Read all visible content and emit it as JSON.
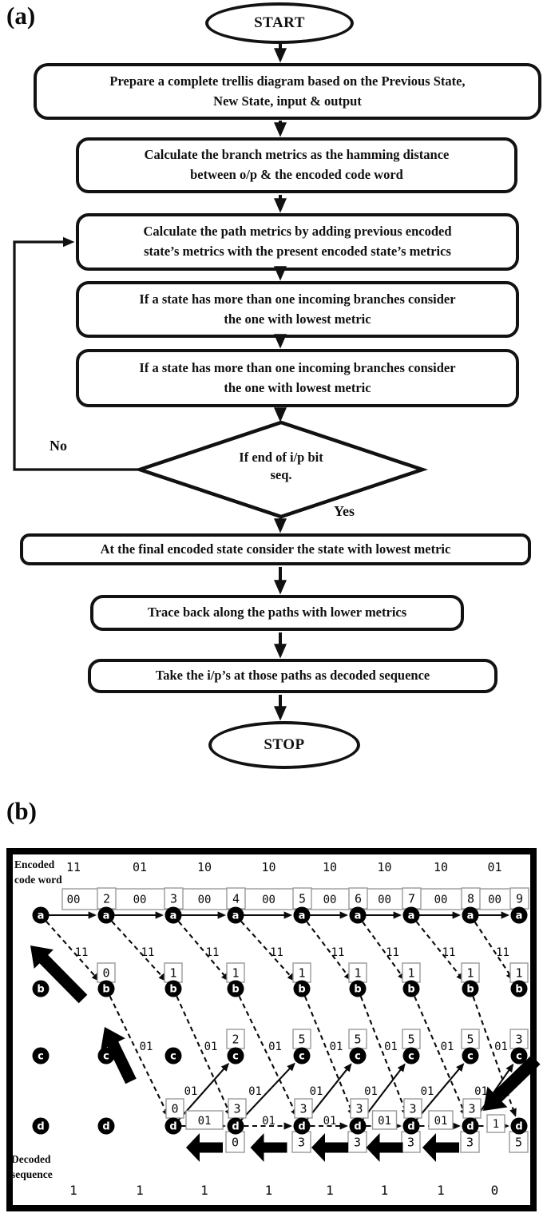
{
  "figure": {
    "panel_a_label": "(a)",
    "panel_b_label": "(b)"
  },
  "flowchart": {
    "start_label": "START",
    "stop_label": "STOP",
    "boxes": [
      {
        "lines": [
          "Prepare a complete trellis diagram based on the Previous State,",
          "New State, input & output"
        ]
      },
      {
        "lines": [
          "Calculate the branch metrics as the hamming distance",
          "between o/p & the encoded code word"
        ]
      },
      {
        "lines": [
          "Calculate the path metrics by adding previous encoded",
          "state’s metrics with the present encoded state’s metrics"
        ]
      },
      {
        "lines": [
          "If a state has more than one incoming branches consider",
          "the one with lowest metric"
        ]
      },
      {
        "lines": [
          "If a state has more than one incoming branches consider",
          "the one with lowest metric"
        ]
      },
      {
        "lines": [
          "At the final encoded state consider the state with lowest metric"
        ]
      },
      {
        "lines": [
          "Trace back along the paths with lower metrics"
        ]
      },
      {
        "lines": [
          "Take the i/p’s at those paths as decoded sequence"
        ]
      }
    ],
    "decision": {
      "lines": [
        "If end of i/p bit",
        "seq."
      ],
      "no_label": "No",
      "yes_label": "Yes"
    }
  },
  "trellis": {
    "encoded_label_lines": [
      "Encoded",
      "code word"
    ],
    "decoded_label_lines": [
      "Decoded",
      "sequence"
    ],
    "encoded_code_word": [
      "11",
      "01",
      "10",
      "10",
      "10",
      "10",
      "10",
      "01"
    ],
    "decoded_sequence": [
      "1",
      "1",
      "1",
      "1",
      "1",
      "1",
      "1",
      "0"
    ],
    "row_letters": [
      "a",
      "b",
      "c",
      "d"
    ],
    "aa_branch_labels": [
      "00",
      "00",
      "00",
      "00",
      "00",
      "00",
      "00",
      "00"
    ],
    "ab_branch_labels": [
      "11",
      "11",
      "11",
      "11",
      "11",
      "11",
      "11",
      "11"
    ],
    "bd_branch_labels": [
      "01",
      "01",
      "01",
      "01",
      "01",
      "01",
      "01"
    ],
    "dc_branch_labels": [
      "01",
      "01",
      "01",
      "01",
      "01",
      "01"
    ],
    "dd_branch_labels": [
      "01",
      "01",
      "01",
      "01",
      "01",
      "1"
    ],
    "a_metrics": [
      "2",
      "3",
      "4",
      "5",
      "6",
      "7",
      "8",
      "9"
    ],
    "b_metrics": [
      "0",
      "1",
      "1",
      "1",
      "1",
      "1",
      "1",
      "1"
    ],
    "c_metrics": [
      "2",
      "5",
      "5",
      "5",
      "5",
      "3"
    ],
    "d_metrics_above": [
      "0",
      "3",
      "3",
      "3",
      "3",
      "3"
    ],
    "d_metrics_below": [
      "0",
      "3",
      "3",
      "3",
      "3",
      "5"
    ],
    "colors": {
      "ink": "#0a0a0a",
      "box_stroke": "#9a9a9a",
      "node_fill": "#000000",
      "node_text": "#ffffff"
    }
  }
}
